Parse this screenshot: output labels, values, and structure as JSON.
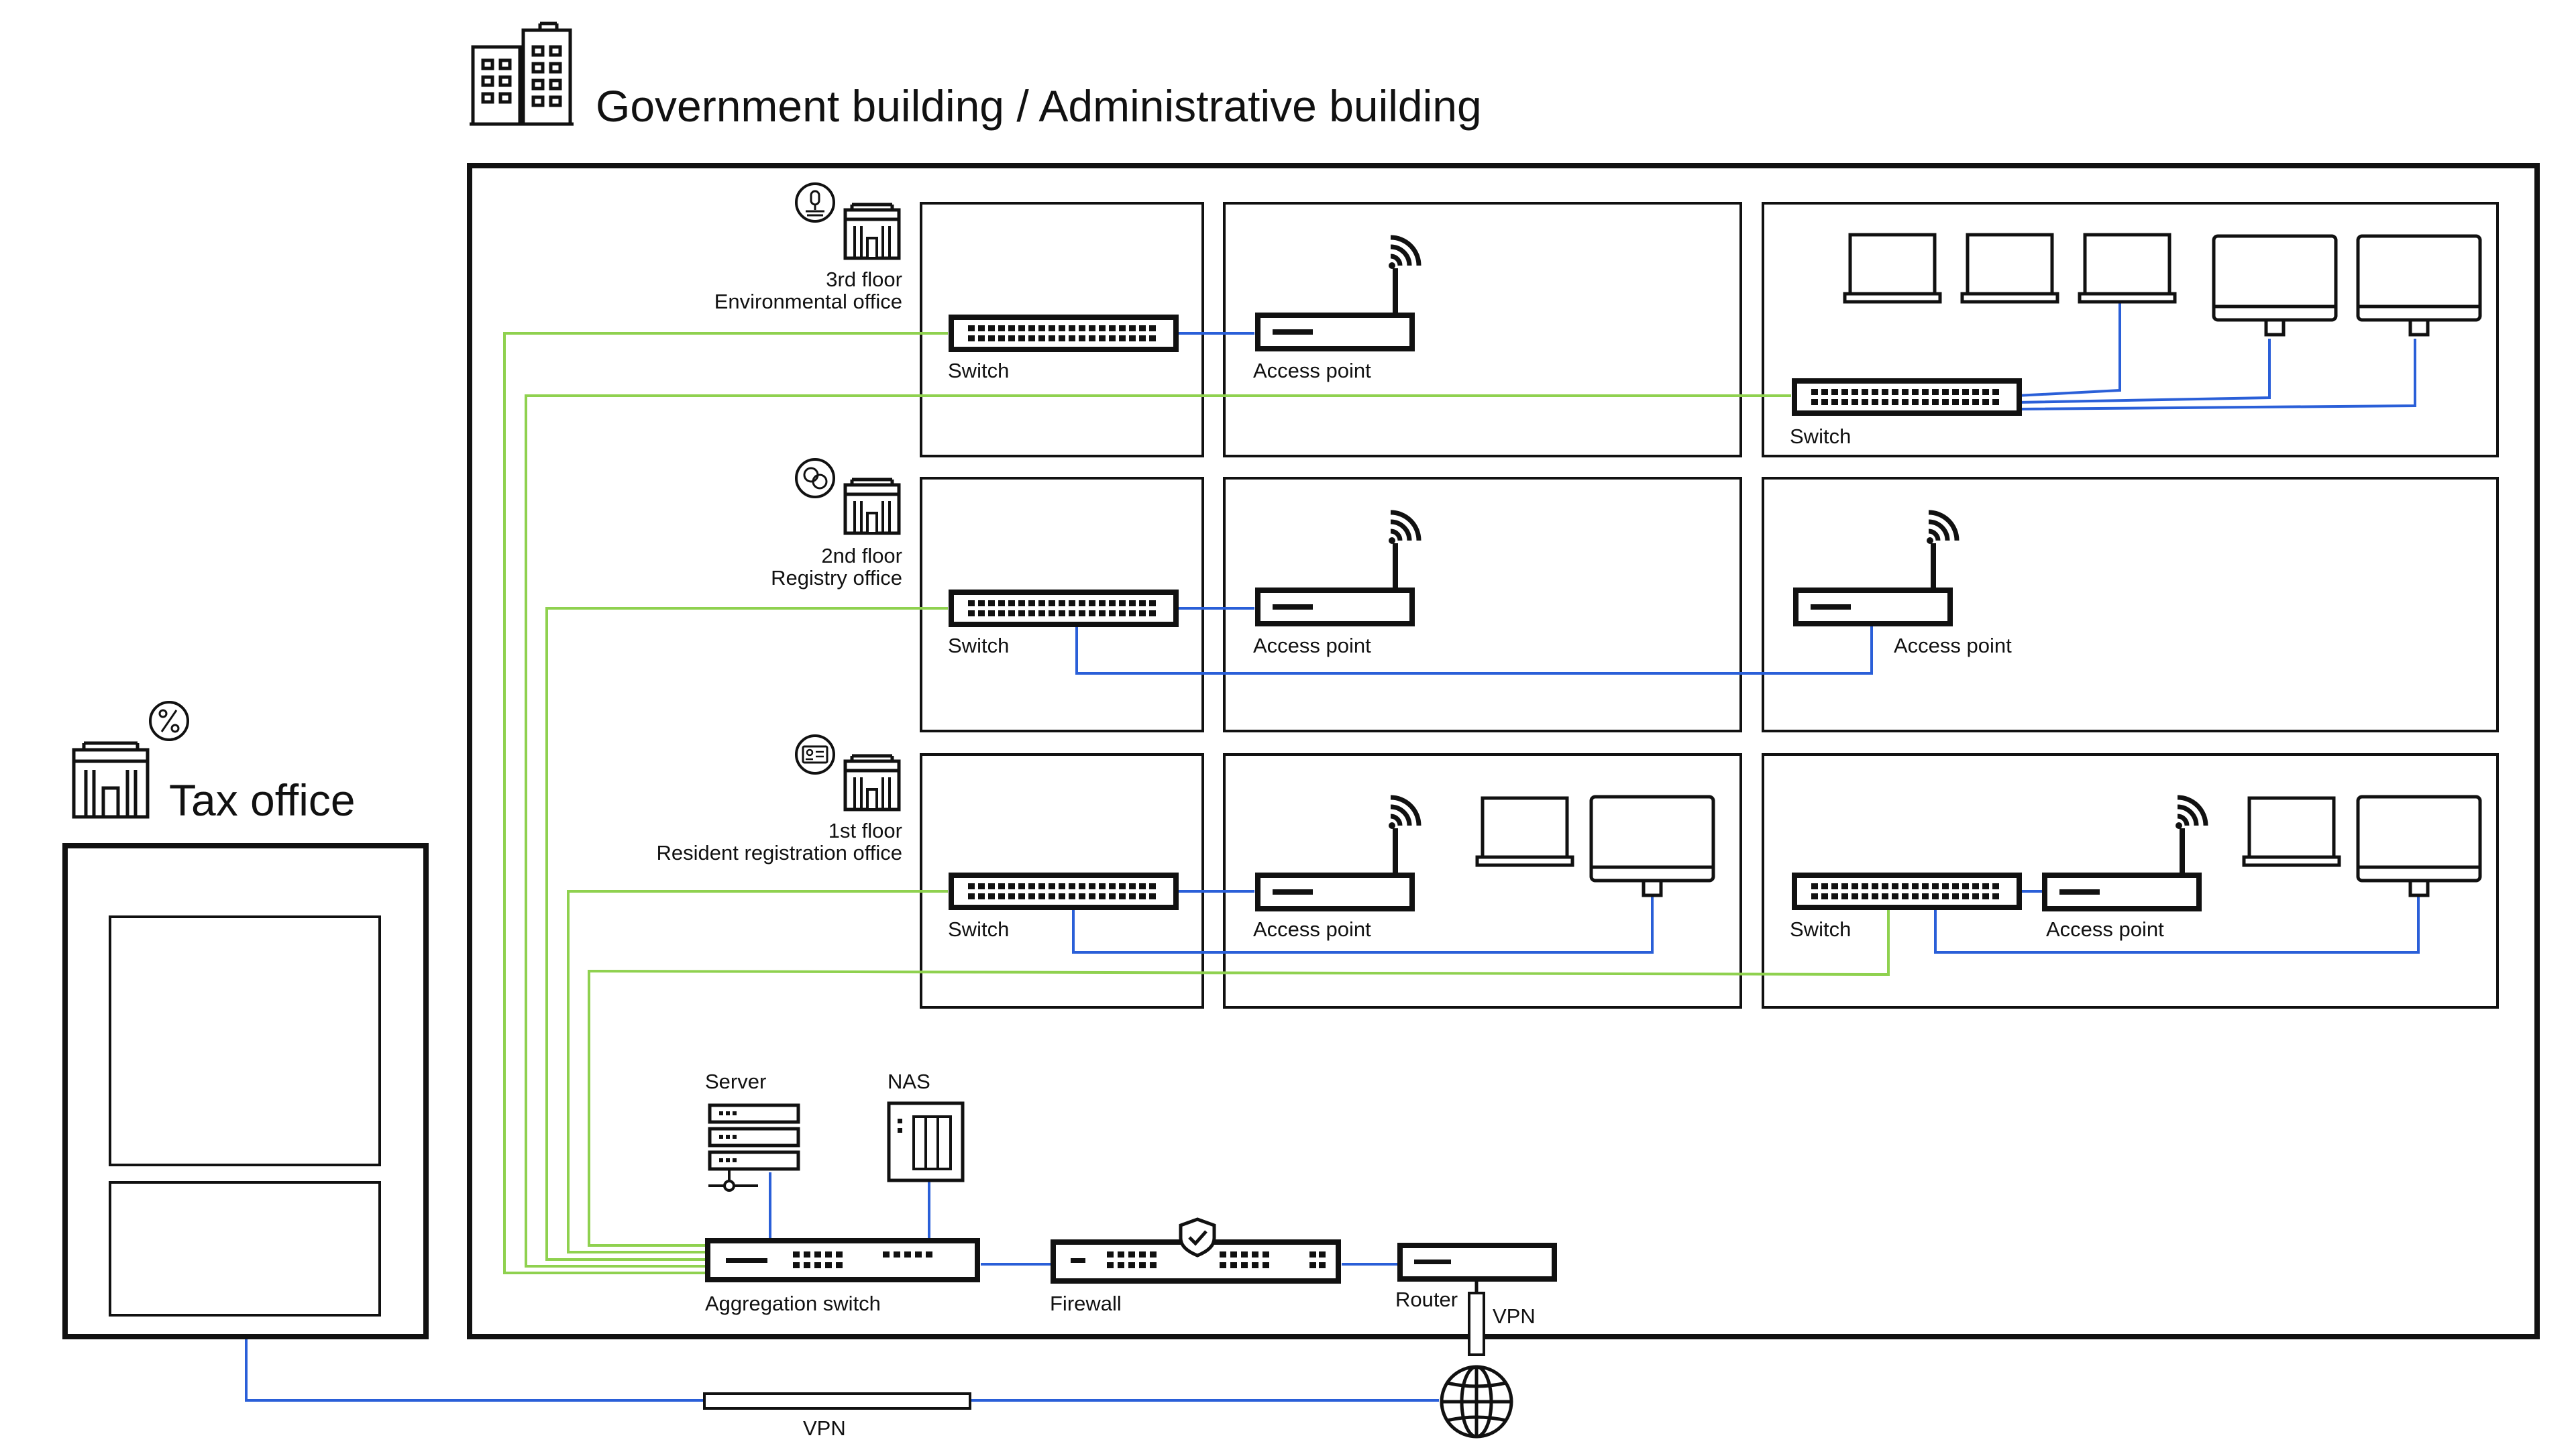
{
  "header": {
    "main_building": "Government building / Administrative building",
    "tax_office": "Tax office"
  },
  "floors": [
    {
      "level": "3rd floor",
      "office": "Environmental office"
    },
    {
      "level": "2nd floor",
      "office": "Registry office"
    },
    {
      "level": "1st floor",
      "office": "Resident registration office"
    }
  ],
  "labels": {
    "switch": "Switch",
    "access_point": "Access point",
    "server": "Server",
    "nas": "NAS",
    "aggregation_switch": "Aggregation switch",
    "firewall": "Firewall",
    "router": "Router",
    "vpn": "VPN"
  },
  "colors": {
    "wire_blue": "#2a5fd8",
    "wire_green": "#8fd14f",
    "outline": "#111111",
    "background": "#ffffff"
  },
  "icons": {
    "building": "office-building-icon",
    "microphone": "microphone-icon",
    "rings": "rings-icon",
    "id_card": "id-card-icon",
    "percent": "percent-icon",
    "globe": "globe-icon",
    "shield": "shield-check-icon",
    "wifi": "wifi-icon"
  }
}
